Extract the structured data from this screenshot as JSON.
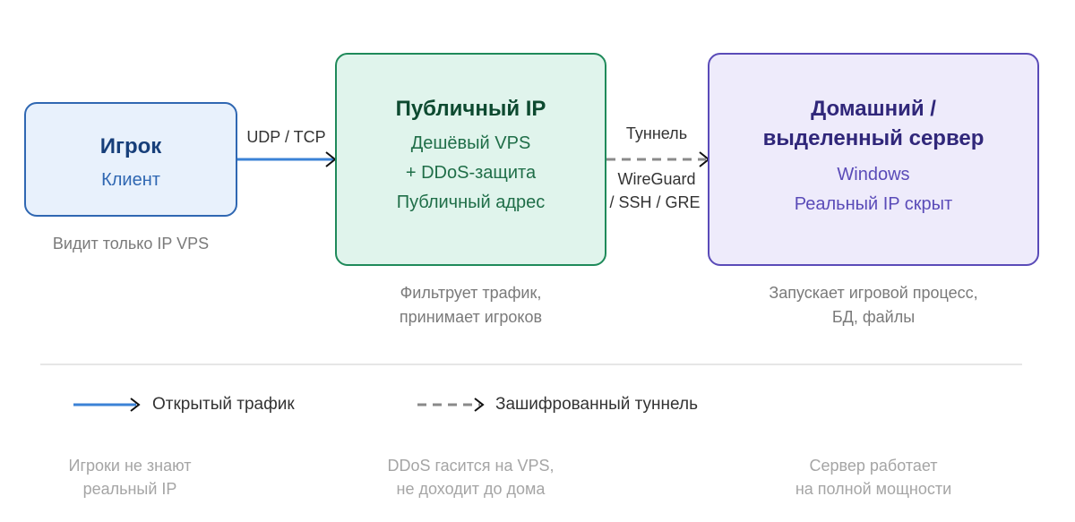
{
  "nodes": {
    "player": {
      "title": "Игрок",
      "lines": [
        "Клиент"
      ],
      "note": [
        "Видит только IP VPS"
      ]
    },
    "vps": {
      "title": "Публичный IP",
      "lines": [
        "Дешёвый VPS",
        "+ DDoS-защита",
        "Публичный адрес"
      ],
      "note": [
        "Фильтрует трафик,",
        "принимает игроков"
      ]
    },
    "server": {
      "title_lines": [
        "Домашний /",
        "выделенный сервер"
      ],
      "lines": [
        "Windows",
        "Реальный IP скрыт"
      ],
      "note": [
        "Запускает игровой процесс,",
        "БД, файлы"
      ]
    }
  },
  "edges": {
    "open": {
      "label": "UDP / TCP"
    },
    "tunnel": {
      "label_top": "Туннель",
      "label_bottom": [
        "WireGuard",
        "/ SSH / GRE"
      ]
    }
  },
  "legend": {
    "open": "Открытый трафик",
    "tunnel": "Зашифрованный туннель"
  },
  "footer": [
    [
      "Игроки не знают",
      "реальный IP"
    ],
    [
      "DDoS гасится на VPS,",
      "не доходит до дома"
    ],
    [
      "Сервер работает",
      "на полной мощности"
    ]
  ],
  "colors": {
    "player_fill": "#e8f1fc",
    "player_border": "#2f67b2",
    "player_title": "#173f7a",
    "player_text": "#2f67b2",
    "vps_fill": "#e0f4ec",
    "vps_border": "#1f8a5a",
    "vps_title": "#0d4a30",
    "vps_text": "#1f6e48",
    "server_fill": "#eeebfb",
    "server_border": "#5a4bb8",
    "server_title": "#30277a",
    "server_text": "#5a4bb8",
    "open_arrow": "#3b82d6",
    "tunnel_arrow": "#8a8a8a"
  }
}
